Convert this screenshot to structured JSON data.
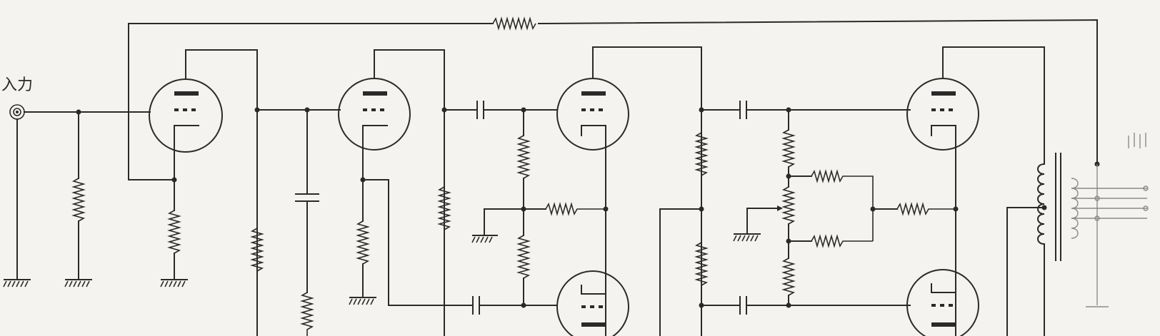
{
  "diagram": {
    "input_label": "入力",
    "components": {
      "tubes": [
        "tube-1",
        "tube-2",
        "tube-3-upper",
        "tube-3-lower",
        "tube-4-upper",
        "tube-4-lower"
      ],
      "coupling_capacitors": 5,
      "output_transformer": "output-transformer"
    }
  }
}
